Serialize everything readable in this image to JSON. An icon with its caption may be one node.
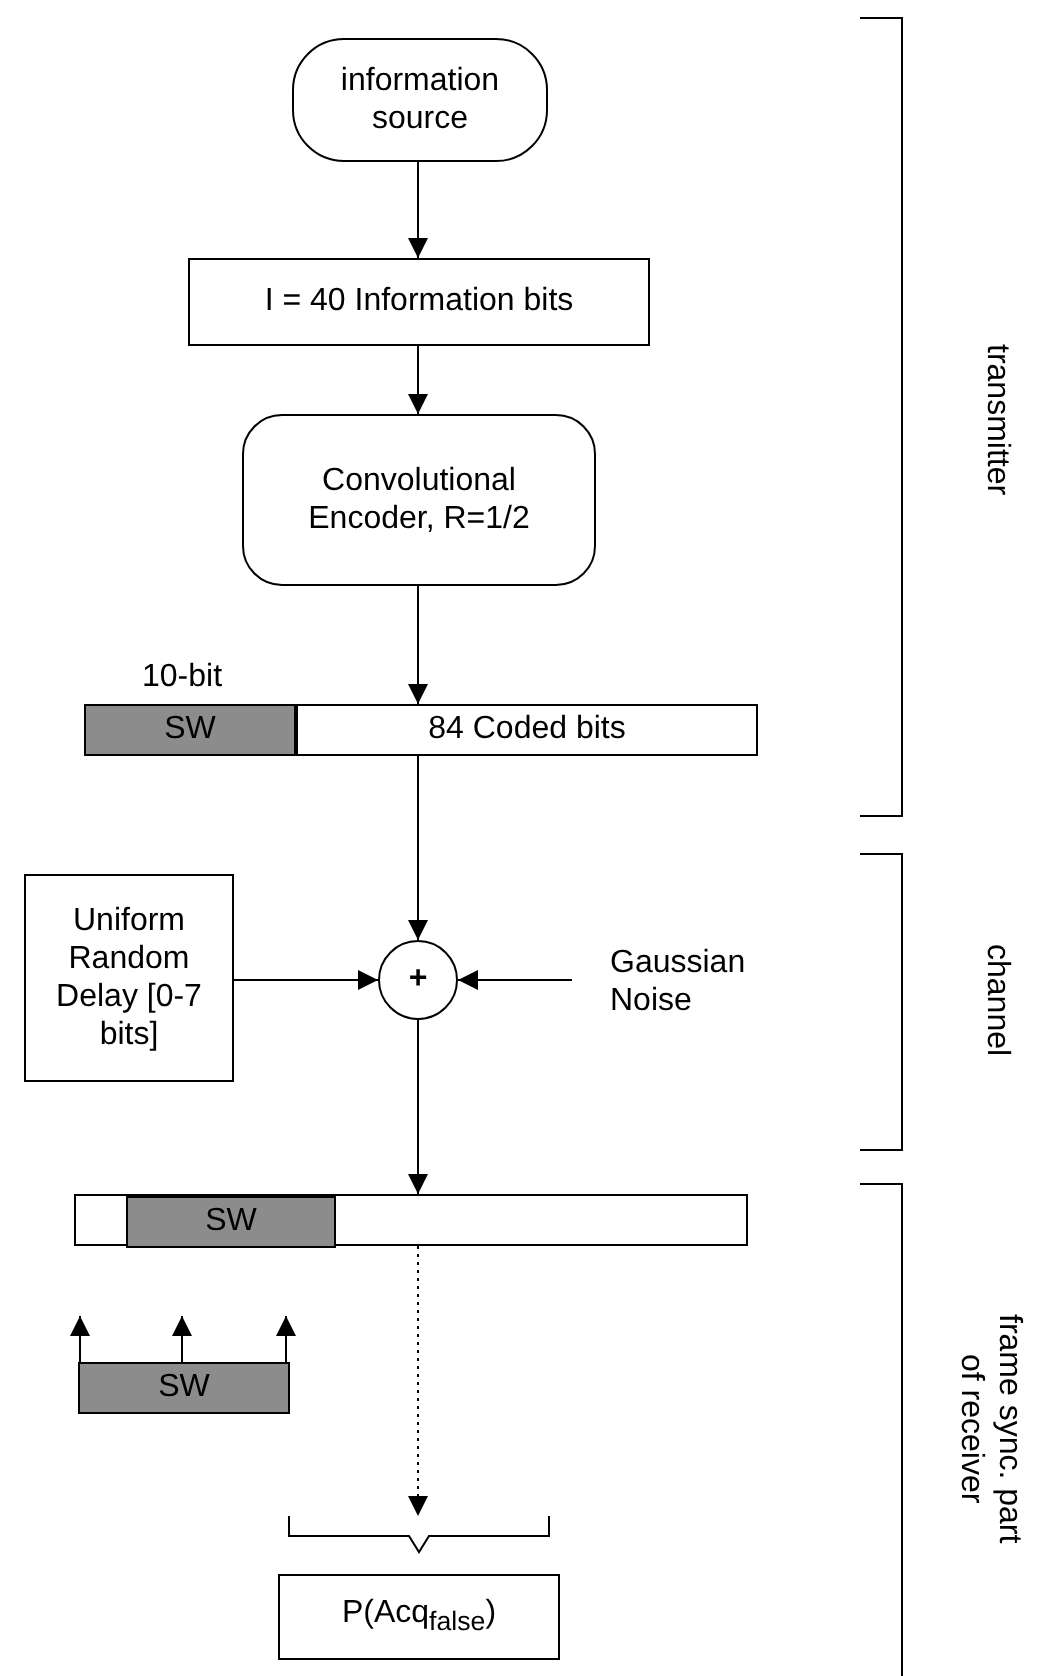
{
  "diagram": {
    "nodes": [
      {
        "text": [
          "information source"
        ]
      },
      {
        "text": [
          "I = 40 Information  bits"
        ]
      },
      {
        "text": [
          "Convolutional Encoder, R=1/2"
        ]
      },
      {
        "text": [
          "SW"
        ],
        "beside": [
          "10-bit"
        ]
      },
      {
        "text": [
          "84 Coded bits"
        ]
      },
      {
        "text": [
          "Uniform Random Delay [0-7 bits]"
        ]
      },
      {
        "text": [
          "+"
        ]
      },
      {
        "text": [
          "Gaussian Noise"
        ]
      },
      {
        "text": [],
        "shape": "bar"
      },
      {
        "text": [
          "SW"
        ],
        "in": 8
      },
      {
        "text": [
          "SW"
        ]
      },
      {
        "text": [],
        "shape": "brace"
      },
      {
        "text": [
          "P(Acq$_{false}$)"
        ]
      }
    ],
    "edges": [
      {
        "from": 0,
        "to": 1,
        "arrow": "to"
      },
      {
        "from": 1,
        "to": 2,
        "arrow": "to"
      },
      {
        "from": 2,
        "to": 4,
        "arrow": "to"
      },
      {
        "from": 4,
        "to": 6,
        "arrow": "to"
      },
      {
        "from": 5,
        "to": 6,
        "arrow": "to"
      },
      {
        "from": 7,
        "to": 6,
        "arrow": "to"
      },
      {
        "from": 6,
        "to": 8,
        "arrow": "to"
      },
      {
        "from": 8,
        "to": 11,
        "arrow": "to",
        "style": "dashed"
      },
      {
        "from": 10,
        "to": null,
        "arrow": "to"
      },
      {
        "from": 10,
        "to": null,
        "arrow": "to"
      },
      {
        "from": 10,
        "to": null,
        "arrow": "to"
      }
    ],
    "labels": [
      "transmitter",
      "channel",
      "frame sync. part of receiver"
    ]
  }
}
